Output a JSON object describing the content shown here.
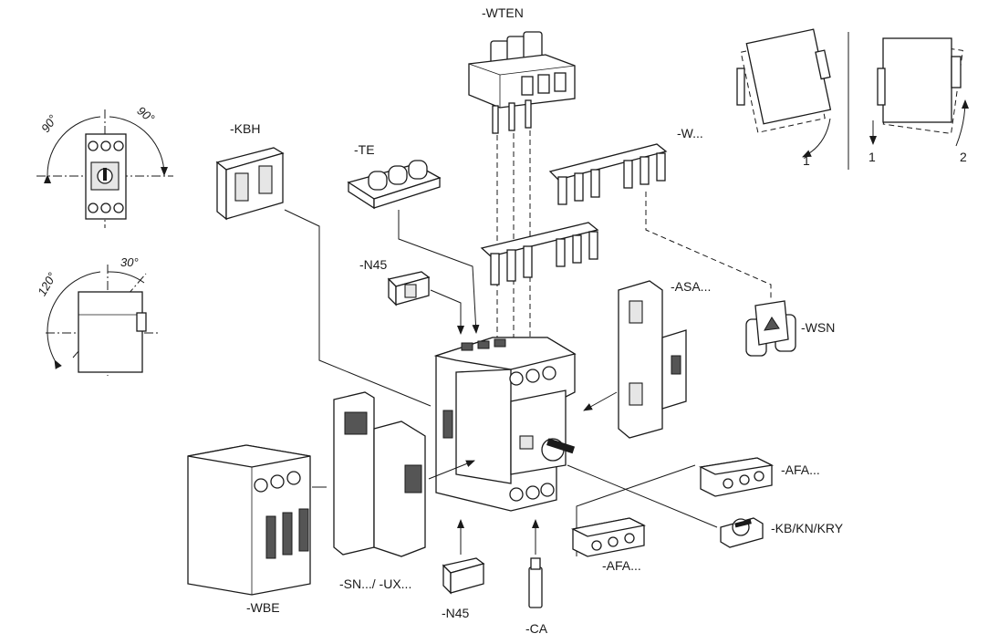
{
  "labels": {
    "wten": "-WTEN",
    "w": "-W...",
    "kbh": "-KBH",
    "te": "-TE",
    "n45_top": "-N45",
    "asa": "-ASA...",
    "wsn": "-WSN",
    "afa_right": "-AFA...",
    "kb": "-KB/KN/KRY",
    "afa_bottom": "-AFA...",
    "wbe": "-WBE",
    "sn_ux": "-SN.../ -UX...",
    "n45_bottom": "-N45",
    "ca": "-CA"
  },
  "angles": {
    "left_90": "90°",
    "right_90": "90°",
    "a120": "120°",
    "a30": "30°"
  },
  "steps": {
    "first_1": "1",
    "second_1": "1",
    "second_2": "2"
  }
}
